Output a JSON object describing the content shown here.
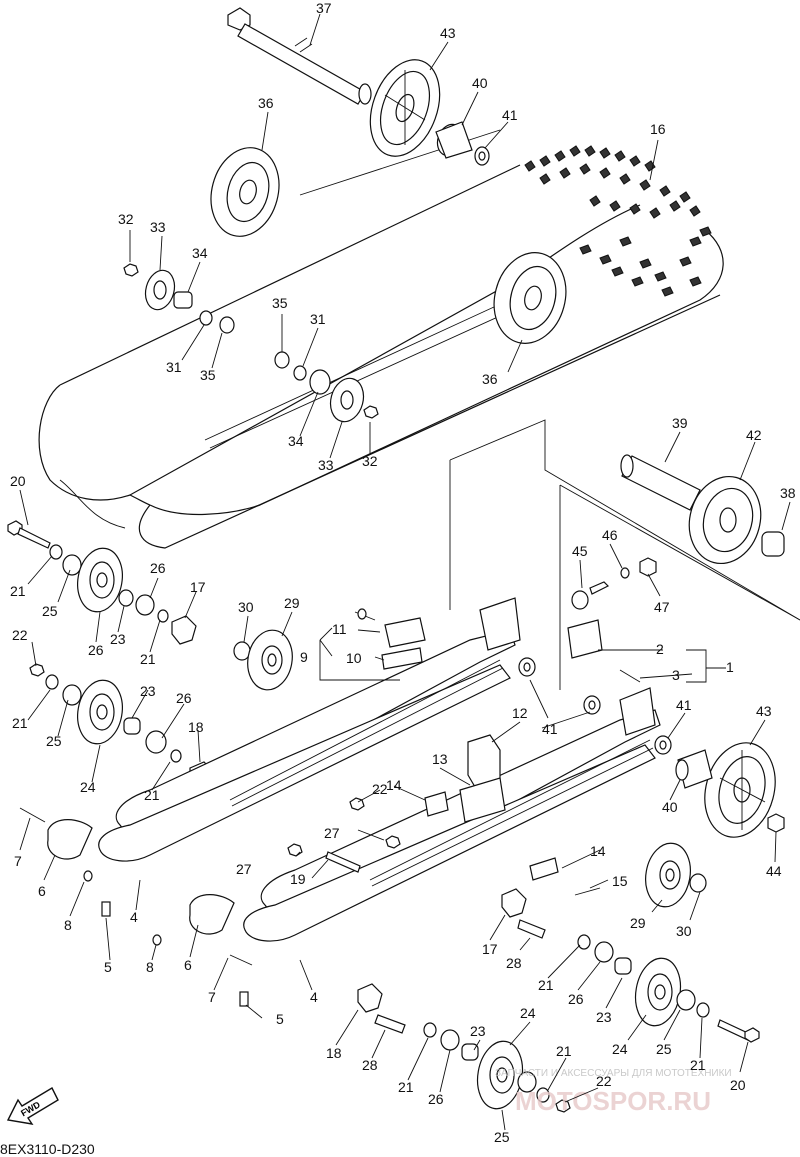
{
  "diagram": {
    "code": "8EX3110-D230",
    "fwd_label": "FWD",
    "watermark_text": "ЗАПЧАСТИ И АКСЕССУАРЫ ДЛЯ МОТОТЕХНИКИ",
    "watermark_brand": "MOTOSPOR.RU",
    "callouts": [
      {
        "n": "37"
      },
      {
        "n": "43"
      },
      {
        "n": "40"
      },
      {
        "n": "41"
      },
      {
        "n": "16"
      },
      {
        "n": "36"
      },
      {
        "n": "32"
      },
      {
        "n": "33"
      },
      {
        "n": "34"
      },
      {
        "n": "31"
      },
      {
        "n": "35"
      },
      {
        "n": "35"
      },
      {
        "n": "31"
      },
      {
        "n": "36"
      },
      {
        "n": "34"
      },
      {
        "n": "33"
      },
      {
        "n": "32"
      },
      {
        "n": "39"
      },
      {
        "n": "42"
      },
      {
        "n": "38"
      },
      {
        "n": "20"
      },
      {
        "n": "21"
      },
      {
        "n": "25"
      },
      {
        "n": "26"
      },
      {
        "n": "26"
      },
      {
        "n": "23"
      },
      {
        "n": "21"
      },
      {
        "n": "17"
      },
      {
        "n": "22"
      },
      {
        "n": "30"
      },
      {
        "n": "29"
      },
      {
        "n": "11"
      },
      {
        "n": "10"
      },
      {
        "n": "9"
      },
      {
        "n": "45"
      },
      {
        "n": "46"
      },
      {
        "n": "47"
      },
      {
        "n": "2"
      },
      {
        "n": "3"
      },
      {
        "n": "1"
      },
      {
        "n": "21"
      },
      {
        "n": "25"
      },
      {
        "n": "23"
      },
      {
        "n": "26"
      },
      {
        "n": "24"
      },
      {
        "n": "18"
      },
      {
        "n": "21"
      },
      {
        "n": "41"
      },
      {
        "n": "12"
      },
      {
        "n": "13"
      },
      {
        "n": "14"
      },
      {
        "n": "22"
      },
      {
        "n": "41"
      },
      {
        "n": "43"
      },
      {
        "n": "40"
      },
      {
        "n": "44"
      },
      {
        "n": "7"
      },
      {
        "n": "6"
      },
      {
        "n": "8"
      },
      {
        "n": "27"
      },
      {
        "n": "27"
      },
      {
        "n": "19"
      },
      {
        "n": "14"
      },
      {
        "n": "15"
      },
      {
        "n": "4"
      },
      {
        "n": "5"
      },
      {
        "n": "8"
      },
      {
        "n": "6"
      },
      {
        "n": "7"
      },
      {
        "n": "5"
      },
      {
        "n": "4"
      },
      {
        "n": "29"
      },
      {
        "n": "30"
      },
      {
        "n": "17"
      },
      {
        "n": "28"
      },
      {
        "n": "21"
      },
      {
        "n": "26"
      },
      {
        "n": "23"
      },
      {
        "n": "18"
      },
      {
        "n": "28"
      },
      {
        "n": "21"
      },
      {
        "n": "26"
      },
      {
        "n": "23"
      },
      {
        "n": "24"
      },
      {
        "n": "24"
      },
      {
        "n": "25"
      },
      {
        "n": "21"
      },
      {
        "n": "20"
      },
      {
        "n": "21"
      },
      {
        "n": "22"
      },
      {
        "n": "25"
      }
    ]
  }
}
